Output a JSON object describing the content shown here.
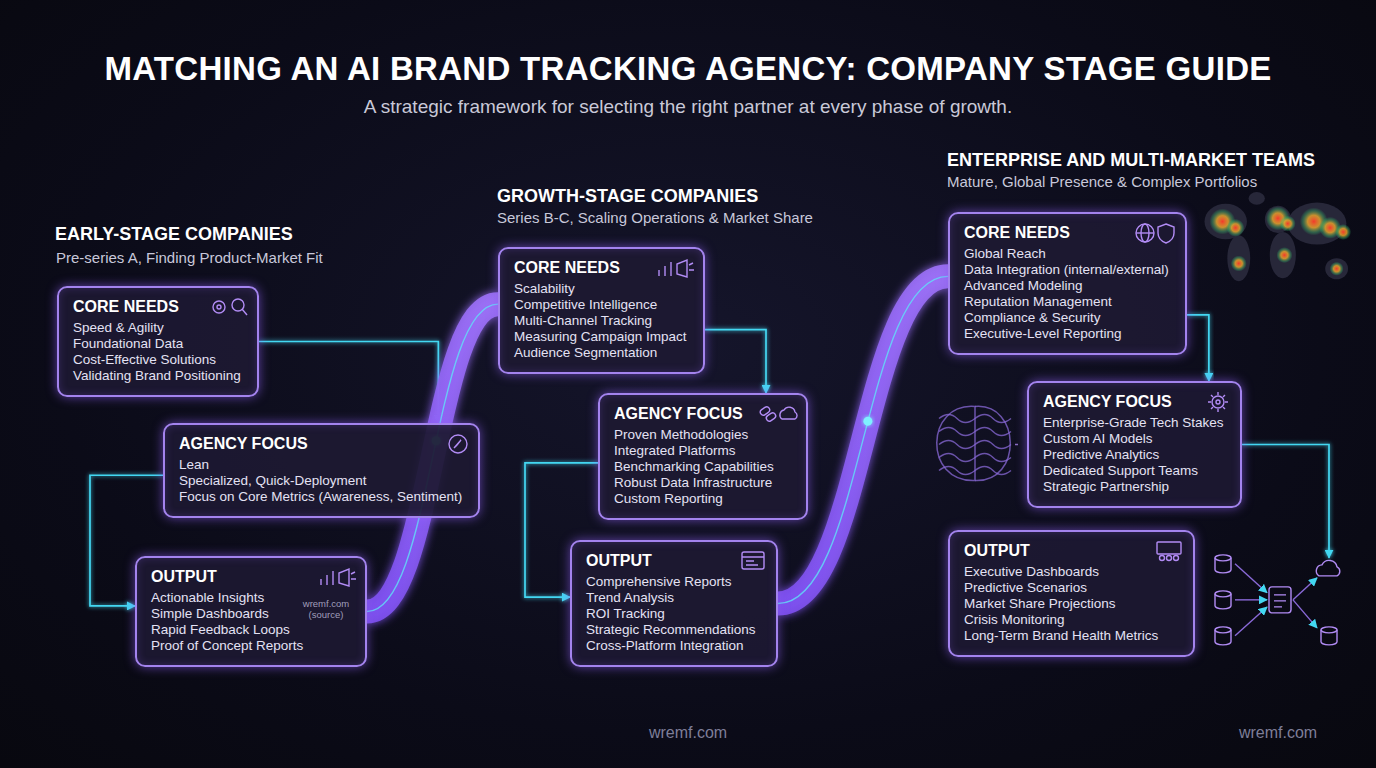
{
  "diagram": {
    "title": "MATCHING AN AI BRAND TRACKING AGENCY: COMPANY STAGE GUIDE",
    "caption": "A strategic framework for selecting the right partner at every phase of growth.",
    "nodes": [
      {
        "text": [
          "CORE NEEDS",
          "Speed & Agility",
          "Foundational Data",
          "Cost-Effective Solutions",
          "Validating Brand Positioning"
        ]
      },
      {
        "text": [
          "AGENCY FOCUS",
          "Lean",
          "Specialized, Quick-Deployment",
          "Focus on Core Metrics (Awareness, Sentiment)"
        ]
      },
      {
        "text": [
          "OUTPUT",
          "Actionable Insights",
          "Simple Dashboards",
          "Rapid Feedback Loops",
          "Proof of Concept Reports"
        ]
      },
      {
        "text": [
          "CORE NEEDS",
          "Scalability",
          "Competitive Intelligence",
          "Multi-Channel Tracking",
          "Measuring Campaign Impact",
          "Audience Segmentation"
        ]
      },
      {
        "text": [
          "AGENCY FOCUS",
          "Proven Methodologies",
          "Integrated Platforms",
          "Benchmarking Capabilities",
          "Robust Data Infrastructure",
          "Custom Reporting"
        ]
      },
      {
        "text": [
          "OUTPUT",
          "Comprehensive Reports",
          "Trend Analysis",
          "ROI Tracking",
          "Strategic Recommendations",
          "Cross-Platform Integration"
        ]
      },
      {
        "text": [
          "CORE NEEDS",
          "Global Reach",
          "Data Integration (internal/external)",
          "Advanced Modeling",
          "Reputation Management",
          "Compliance & Security",
          "Executive-Level Reporting"
        ]
      },
      {
        "text": [
          "AGENCY FOCUS",
          "Enterprise-Grade Tech Stakes",
          "Custom AI Models",
          "Predictive Analytics",
          "Dedicated Support Teams",
          "Strategic Partnership"
        ]
      },
      {
        "text": [
          "OUTPUT",
          "Executive Dashboards",
          "Predictive Scenarios",
          "Market Share Projections",
          "Crisis Monitoring",
          "Long-Term Brand Health Metrics"
        ]
      }
    ],
    "edges": [
      {
        "from": 0,
        "to": 1,
        "arrow": "to"
      },
      {
        "from": 1,
        "to": 2,
        "arrow": "to"
      },
      {
        "from": 2,
        "to": 3,
        "arrow": "none"
      },
      {
        "from": 3,
        "to": 4,
        "arrow": "to"
      },
      {
        "from": 4,
        "to": 5,
        "arrow": "to"
      },
      {
        "from": 5,
        "to": 6,
        "arrow": "none"
      },
      {
        "from": 6,
        "to": 7,
        "arrow": "to"
      }
    ],
    "labels": [
      "EARLY-STAGE COMPANIES",
      "Pre-series A, Finding Product-Market Fit",
      "GROWTH-STAGE COMPANIES",
      "Series B-C, Scaling Operations & Market Share",
      "ENTERPRISE AND MULTI-MARKET TEAMS",
      "Mature, Global Presence & Complex Portfolios",
      "wremf.com (source)",
      "wremf.com",
      "wremf.com"
    ]
  }
}
